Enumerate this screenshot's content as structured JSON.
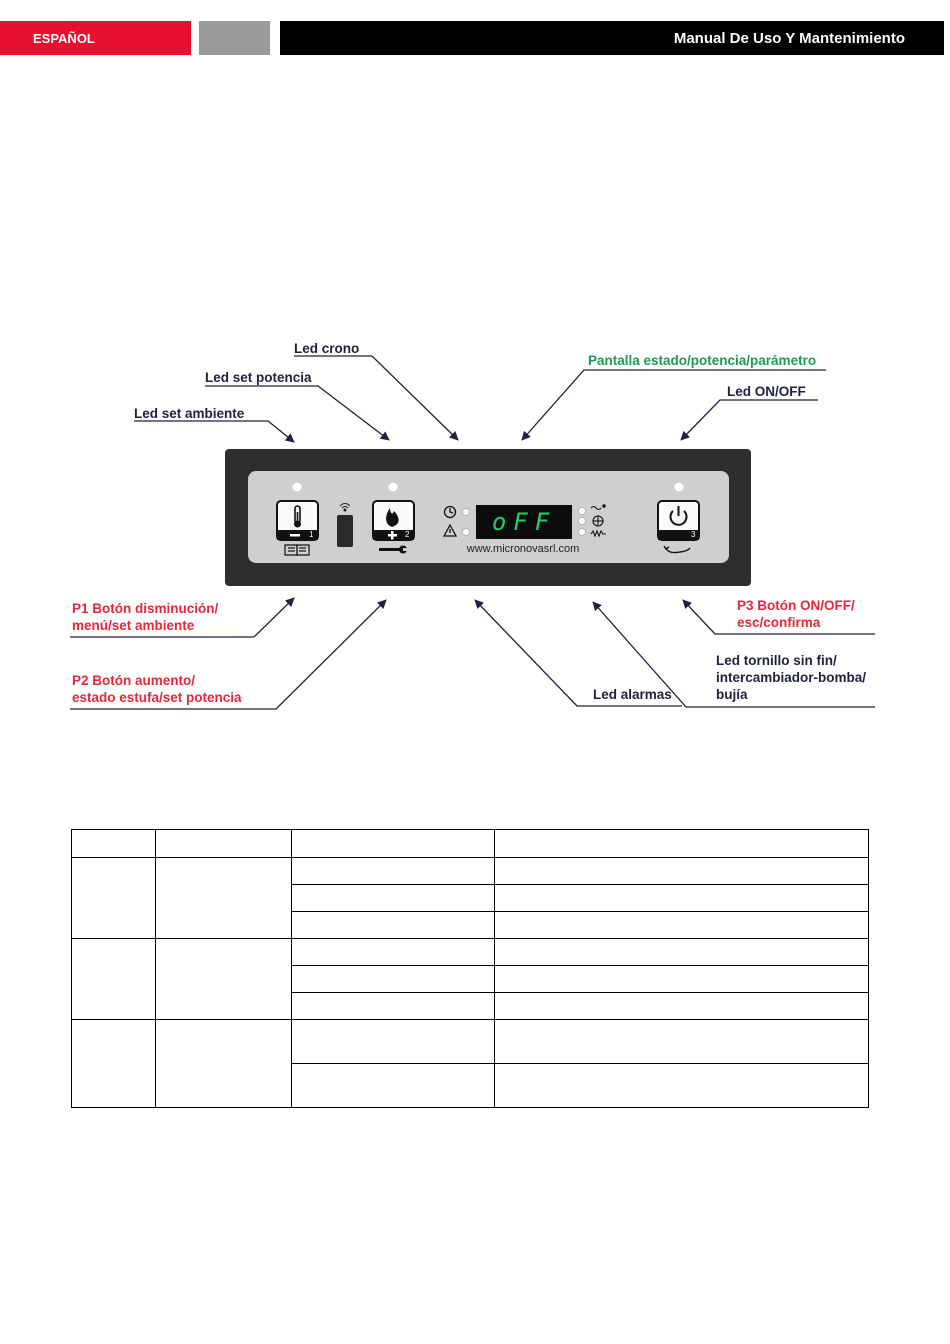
{
  "header": {
    "language": "ESPAÑOL",
    "title": "Manual De Uso Y Mantenimiento"
  },
  "panel": {
    "display_text": "oFF",
    "website": "www.micronovasrl.com",
    "button1_number": "1",
    "button2_number": "2",
    "button3_number": "3",
    "colors": {
      "panel_frame": "#2e2e2e",
      "panel_face": "#cfcfcf",
      "display_bg": "#0c0c0c",
      "display_text": "#1fd06a"
    }
  },
  "labels": {
    "led_crono": "Led crono",
    "led_set_potencia": "Led set potencia",
    "led_set_ambiente": "Led set ambiente",
    "pantalla": "Pantalla estado/potencia/parámetro",
    "led_on_off": "Led ON/OFF",
    "p1_line1": "P1 Botón disminución/",
    "p1_line2": "menú/set ambiente",
    "p2_line1": "P2 Botón aumento/",
    "p2_line2": "estado estufa/set potencia",
    "p3_line1": "P3 Botón ON/OFF/",
    "p3_line2": "esc/confirma",
    "led_tornillo_line1": "Led tornillo sin fin/",
    "led_tornillo_line2": "intercambiador-bomba/",
    "led_tornillo_line3": "bujía",
    "led_alarmas": "Led alarmas"
  },
  "icons": {
    "clock": "clock-icon",
    "warning": "warning-icon",
    "auger": "auger-icon",
    "fan": "fan-icon",
    "resistor": "igniter-icon",
    "thermometer": "thermometer-icon",
    "flame": "flame-icon",
    "power": "power-icon",
    "book": "book-icon",
    "wrench": "wrench-icon",
    "cycle": "cycle-icon",
    "wifi": "wifi-icon"
  }
}
